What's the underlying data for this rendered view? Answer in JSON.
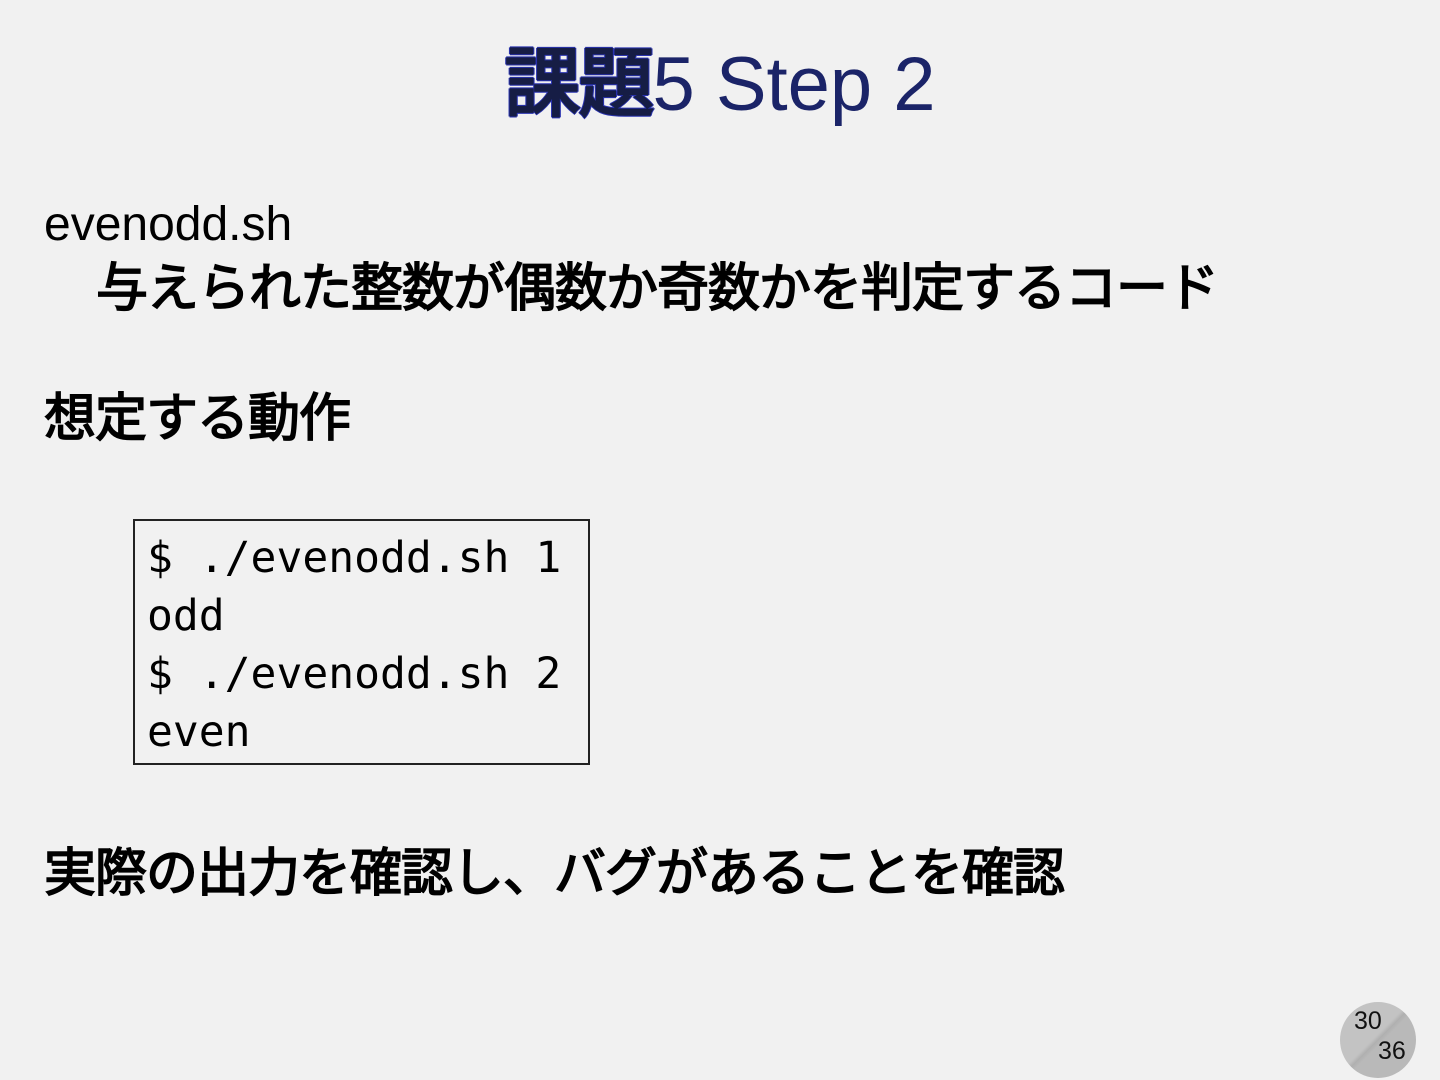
{
  "slide": {
    "background_color": "#f1f1f1",
    "title": {
      "cjk_part": "課題",
      "latin_part": "5 Step 2",
      "full": "課題5 Step 2",
      "color": "#1b2468"
    },
    "body": {
      "script_name": "evenodd.sh",
      "script_description": "与えられた整数が偶数か奇数かを判定するコード",
      "expected_behavior_heading": "想定する動作",
      "code_block": {
        "lines": [
          "$ ./evenodd.sh 1",
          "odd",
          "$ ./evenodd.sh 2",
          "even"
        ]
      },
      "conclusion": "実際の出力を確認し、バグがあることを確認"
    },
    "page_badge": {
      "current": "30",
      "total": "36"
    }
  }
}
